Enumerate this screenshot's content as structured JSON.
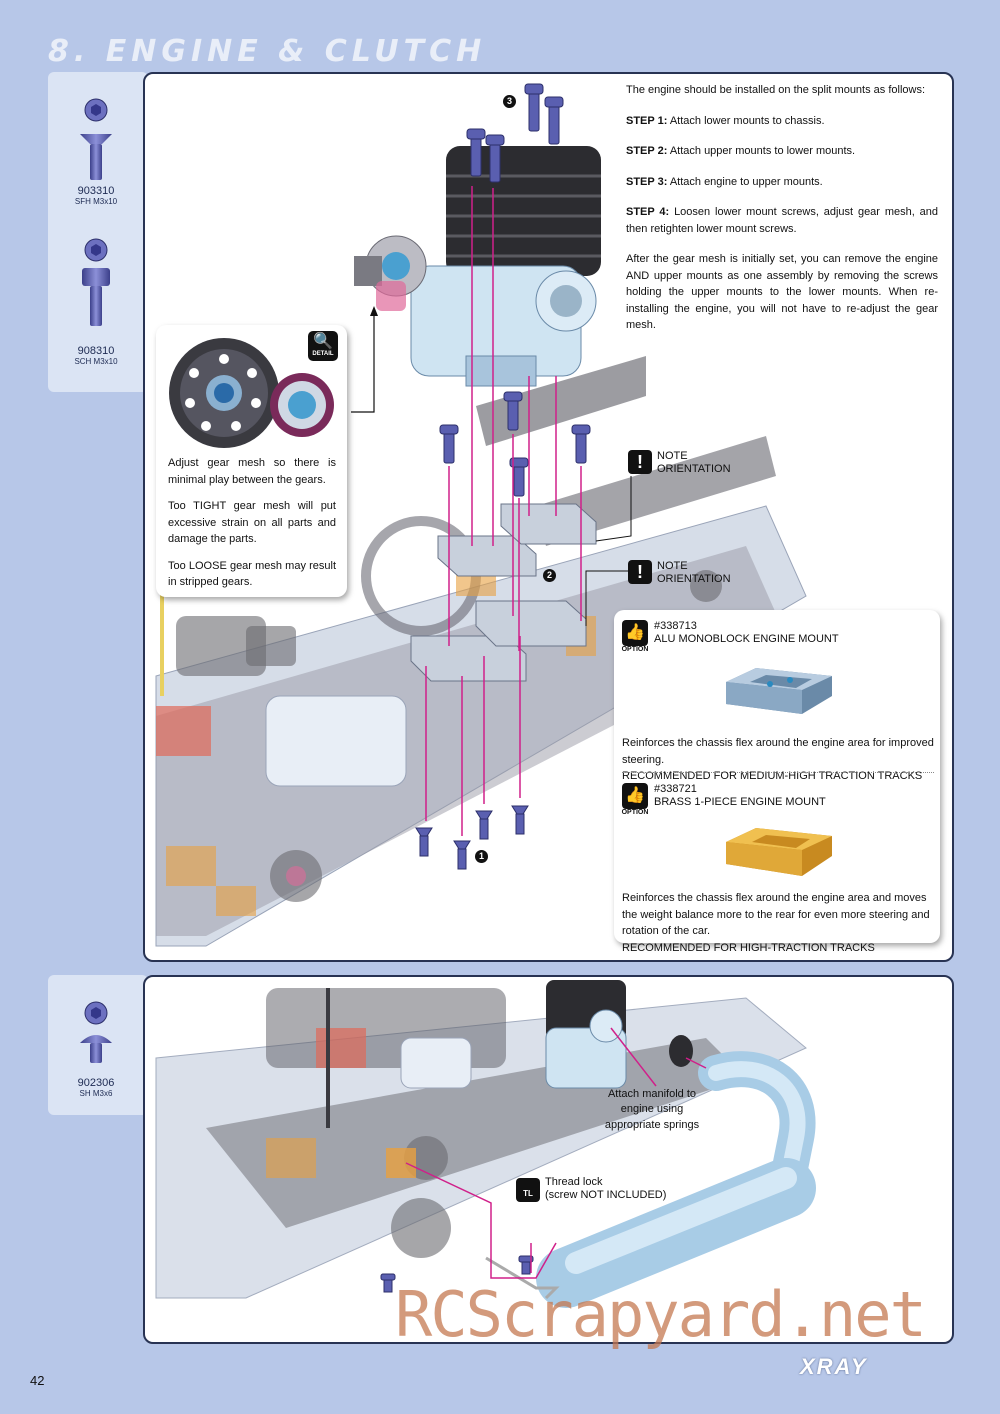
{
  "section_title": "8. ENGINE & CLUTCH",
  "page_number": "42",
  "logo_text": "XRAY",
  "watermark": "RCScrapyard.net",
  "parts_top": [
    {
      "code": "903310",
      "desc": "SFH M3x10"
    },
    {
      "code": "908310",
      "desc": "SCH M3x10"
    }
  ],
  "parts_bottom": [
    {
      "code": "902306",
      "desc": "SH M3x6"
    }
  ],
  "instructions": {
    "intro": "The engine should be installed on the split mounts as follows:",
    "steps": [
      {
        "label": "STEP 1:",
        "text": "Attach lower mounts to chassis."
      },
      {
        "label": "STEP 2:",
        "text": "Attach upper mounts to lower mounts."
      },
      {
        "label": "STEP 3:",
        "text": "Attach engine to upper mounts."
      },
      {
        "label": "STEP 4:",
        "text": "Loosen lower mount screws, adjust gear mesh, and then retighten lower mount screws."
      }
    ],
    "after": "After the gear mesh is initially set, you can remove the engine AND upper mounts as one assembly by removing the screws holding the upper mounts to the lower mounts.  When re-installing the engine, you will not have to re-adjust the gear mesh."
  },
  "detail_box": {
    "icon_label": "DETAIL",
    "p1": "Adjust gear mesh so there is minimal play between the gears.",
    "p2": "Too TIGHT gear mesh will put excessive strain on all parts and damage the parts.",
    "p3": "Too LOOSE gear mesh may result in stripped gears."
  },
  "notes": [
    {
      "line1": "NOTE",
      "line2": "ORIENTATION"
    },
    {
      "line1": "NOTE",
      "line2": "ORIENTATION"
    }
  ],
  "step_numbers": [
    "3",
    "2",
    "1"
  ],
  "options": [
    {
      "part_no": "#338713",
      "name": "ALU MONOBLOCK ENGINE MOUNT",
      "icon_label": "OPTION",
      "desc": "Reinforces the chassis flex around the engine area for improved steering.",
      "rec": "RECOMMENDED FOR MEDIUM-HIGH TRACTION TRACKS"
    },
    {
      "part_no": "#338721",
      "name": "BRASS 1-PIECE ENGINE MOUNT",
      "icon_label": "OPTION",
      "desc": "Reinforces the chassis flex around the engine area and moves the weight balance more to the rear for even more steering and rotation of the car.",
      "rec": "RECOMMENDED FOR HIGH-TRACTION TRACKS"
    }
  ],
  "bottom_panel": {
    "manifold_text": "Attach manifold to engine using appropriate springs",
    "threadlock_line1": "Thread lock",
    "threadlock_line2": "(screw NOT INCLUDED)",
    "threadlock_icon": "TL"
  },
  "colors": {
    "background": "#b7c7e8",
    "sidebar": "#dbe4f4",
    "border": "#283353",
    "screw_blue": "#5a5fb0",
    "alu_orange": "#e8a040",
    "arrow_magenta": "#d0208a"
  }
}
